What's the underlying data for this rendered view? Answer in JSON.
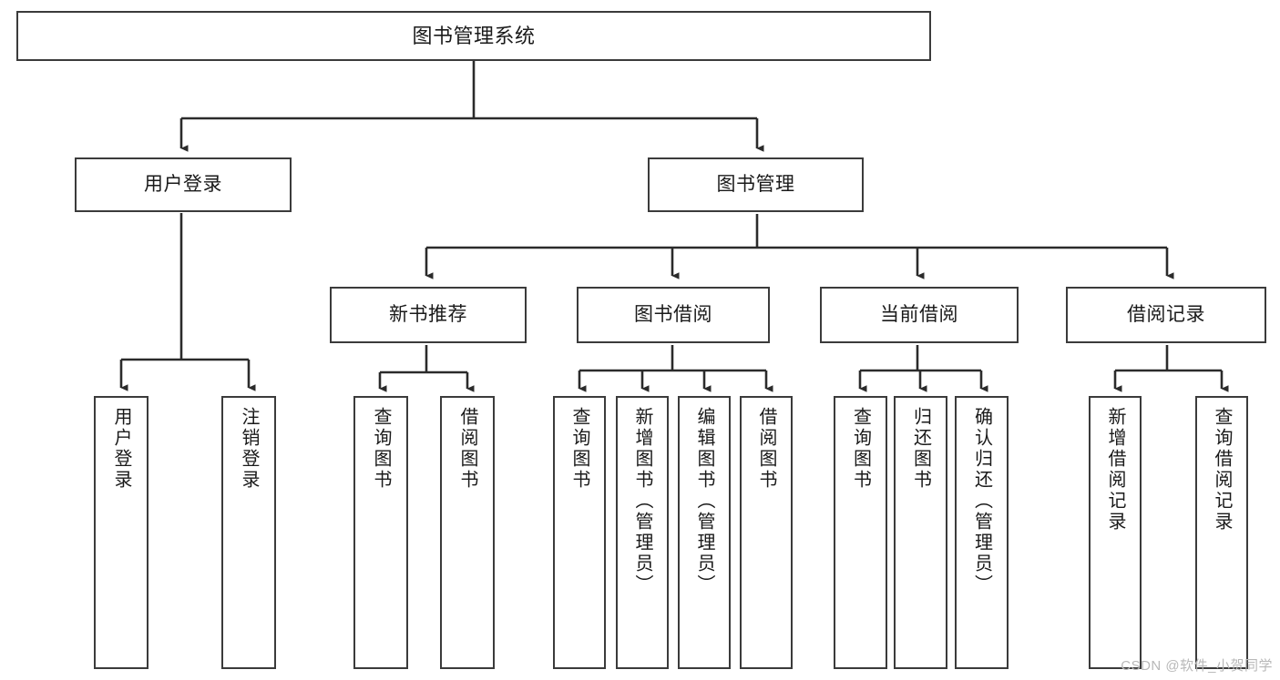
{
  "diagram": {
    "title": "图书管理系统",
    "type": "tree-hierarchy-flowchart",
    "colors": {
      "background": "#ffffff",
      "box_border": "#3b3b3b",
      "box_fill": "#ffffff",
      "edge": "#2b2b2b",
      "text": "#1a1a1a",
      "watermark": "#b8b8b8"
    },
    "root": {
      "label": "图书管理系统"
    },
    "level2": [
      {
        "label": "用户登录"
      },
      {
        "label": "图书管理"
      }
    ],
    "level3": [
      {
        "label": "新书推荐"
      },
      {
        "label": "图书借阅"
      },
      {
        "label": "当前借阅"
      },
      {
        "label": "借阅记录"
      }
    ],
    "leaves": {
      "user_login": [
        {
          "label": "用户登录"
        },
        {
          "label": "注销登录"
        }
      ],
      "new_book_recommend": [
        {
          "label": "查询图书"
        },
        {
          "label": "借阅图书"
        }
      ],
      "book_borrow": [
        {
          "label": "查询图书"
        },
        {
          "label": "新增图书（管理员）"
        },
        {
          "label": "编辑图书（管理员）"
        },
        {
          "label": "借阅图书"
        }
      ],
      "current_borrow": [
        {
          "label": "查询图书"
        },
        {
          "label": "归还图书"
        },
        {
          "label": "确认归还（管理员）"
        }
      ],
      "borrow_records": [
        {
          "label": "新增借阅记录"
        },
        {
          "label": "查询借阅记录"
        }
      ]
    }
  },
  "watermark": {
    "text": "CSDN @软件_小贺同学"
  }
}
